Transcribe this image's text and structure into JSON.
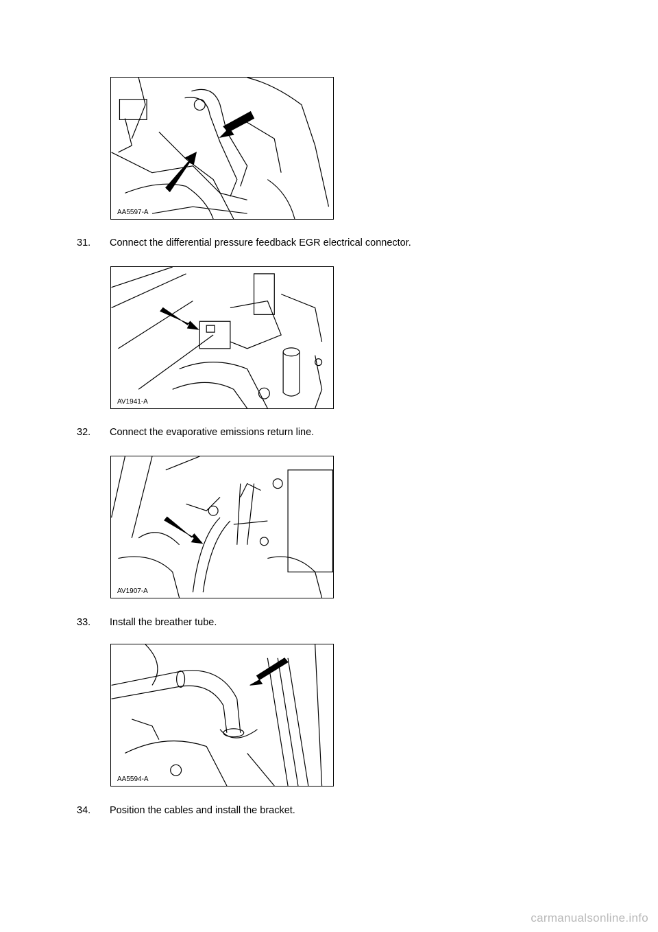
{
  "figures": [
    {
      "code": "AA5597-A"
    },
    {
      "code": "AV1941-A"
    },
    {
      "code": "AV1907-A"
    },
    {
      "code": "AA5594-A"
    }
  ],
  "steps": [
    {
      "number": "31.",
      "text": "Connect the differential pressure feedback EGR electrical connector."
    },
    {
      "number": "32.",
      "text": "Connect the evaporative emissions return line."
    },
    {
      "number": "33.",
      "text": "Install the breather tube."
    },
    {
      "number": "34.",
      "text": "Position the cables and install the bracket."
    }
  ],
  "watermark": "carmanualsonline.info"
}
